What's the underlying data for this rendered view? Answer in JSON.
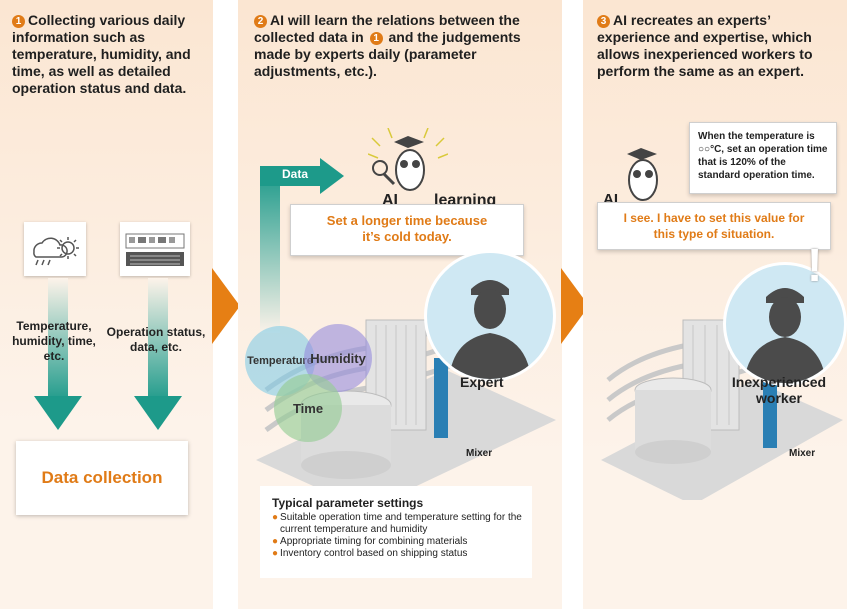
{
  "steps": [
    {
      "num": "1",
      "text": "Collecting various daily information such as temperature, humidity, and time, as well as detailed operation status and data."
    },
    {
      "num": "2",
      "text_a": "AI will learn the relations between the collected data in ",
      "ref": "1",
      "text_b": " and the judgements made by experts daily (parameter adjustments, etc.)."
    },
    {
      "num": "3",
      "text": "AI recreates an experts’ experience and expertise, which allows inexperienced workers to perform the same as an expert."
    }
  ],
  "panel1": {
    "weather_label": "Temperature, humidity, time, etc.",
    "operation_label": "Operation status, data, etc.",
    "collection_label": "Data collection"
  },
  "panel2": {
    "data_arrow_label": "Data",
    "ai_label": "AI",
    "learning_label": "learning",
    "speech": "Set a longer time because it’s cold today.",
    "circles": [
      "Temperature",
      "Humidity",
      "Time"
    ],
    "expert_label": "Expert",
    "mixer_label": "Mixer",
    "params_title": "Typical parameter settings",
    "params": [
      "Suitable operation time and temperature setting for the current temperature and humidity",
      "Appropriate timing for combining materials",
      "Inventory control based on shipping status"
    ]
  },
  "panel3": {
    "ai_label": "AI",
    "ai_speech": "When the temperature is ○○°C, set an operation time that is 120% of the standard operation time.",
    "worker_speech": "I see. I have to set this value for this type of situation.",
    "exclamation": "!",
    "worker_label": "Inexperienced worker",
    "mixer_label": "Mixer"
  },
  "colors": {
    "accent": "#e07b17",
    "teal": "#1d9a8a",
    "arrow": "#e67f14"
  }
}
